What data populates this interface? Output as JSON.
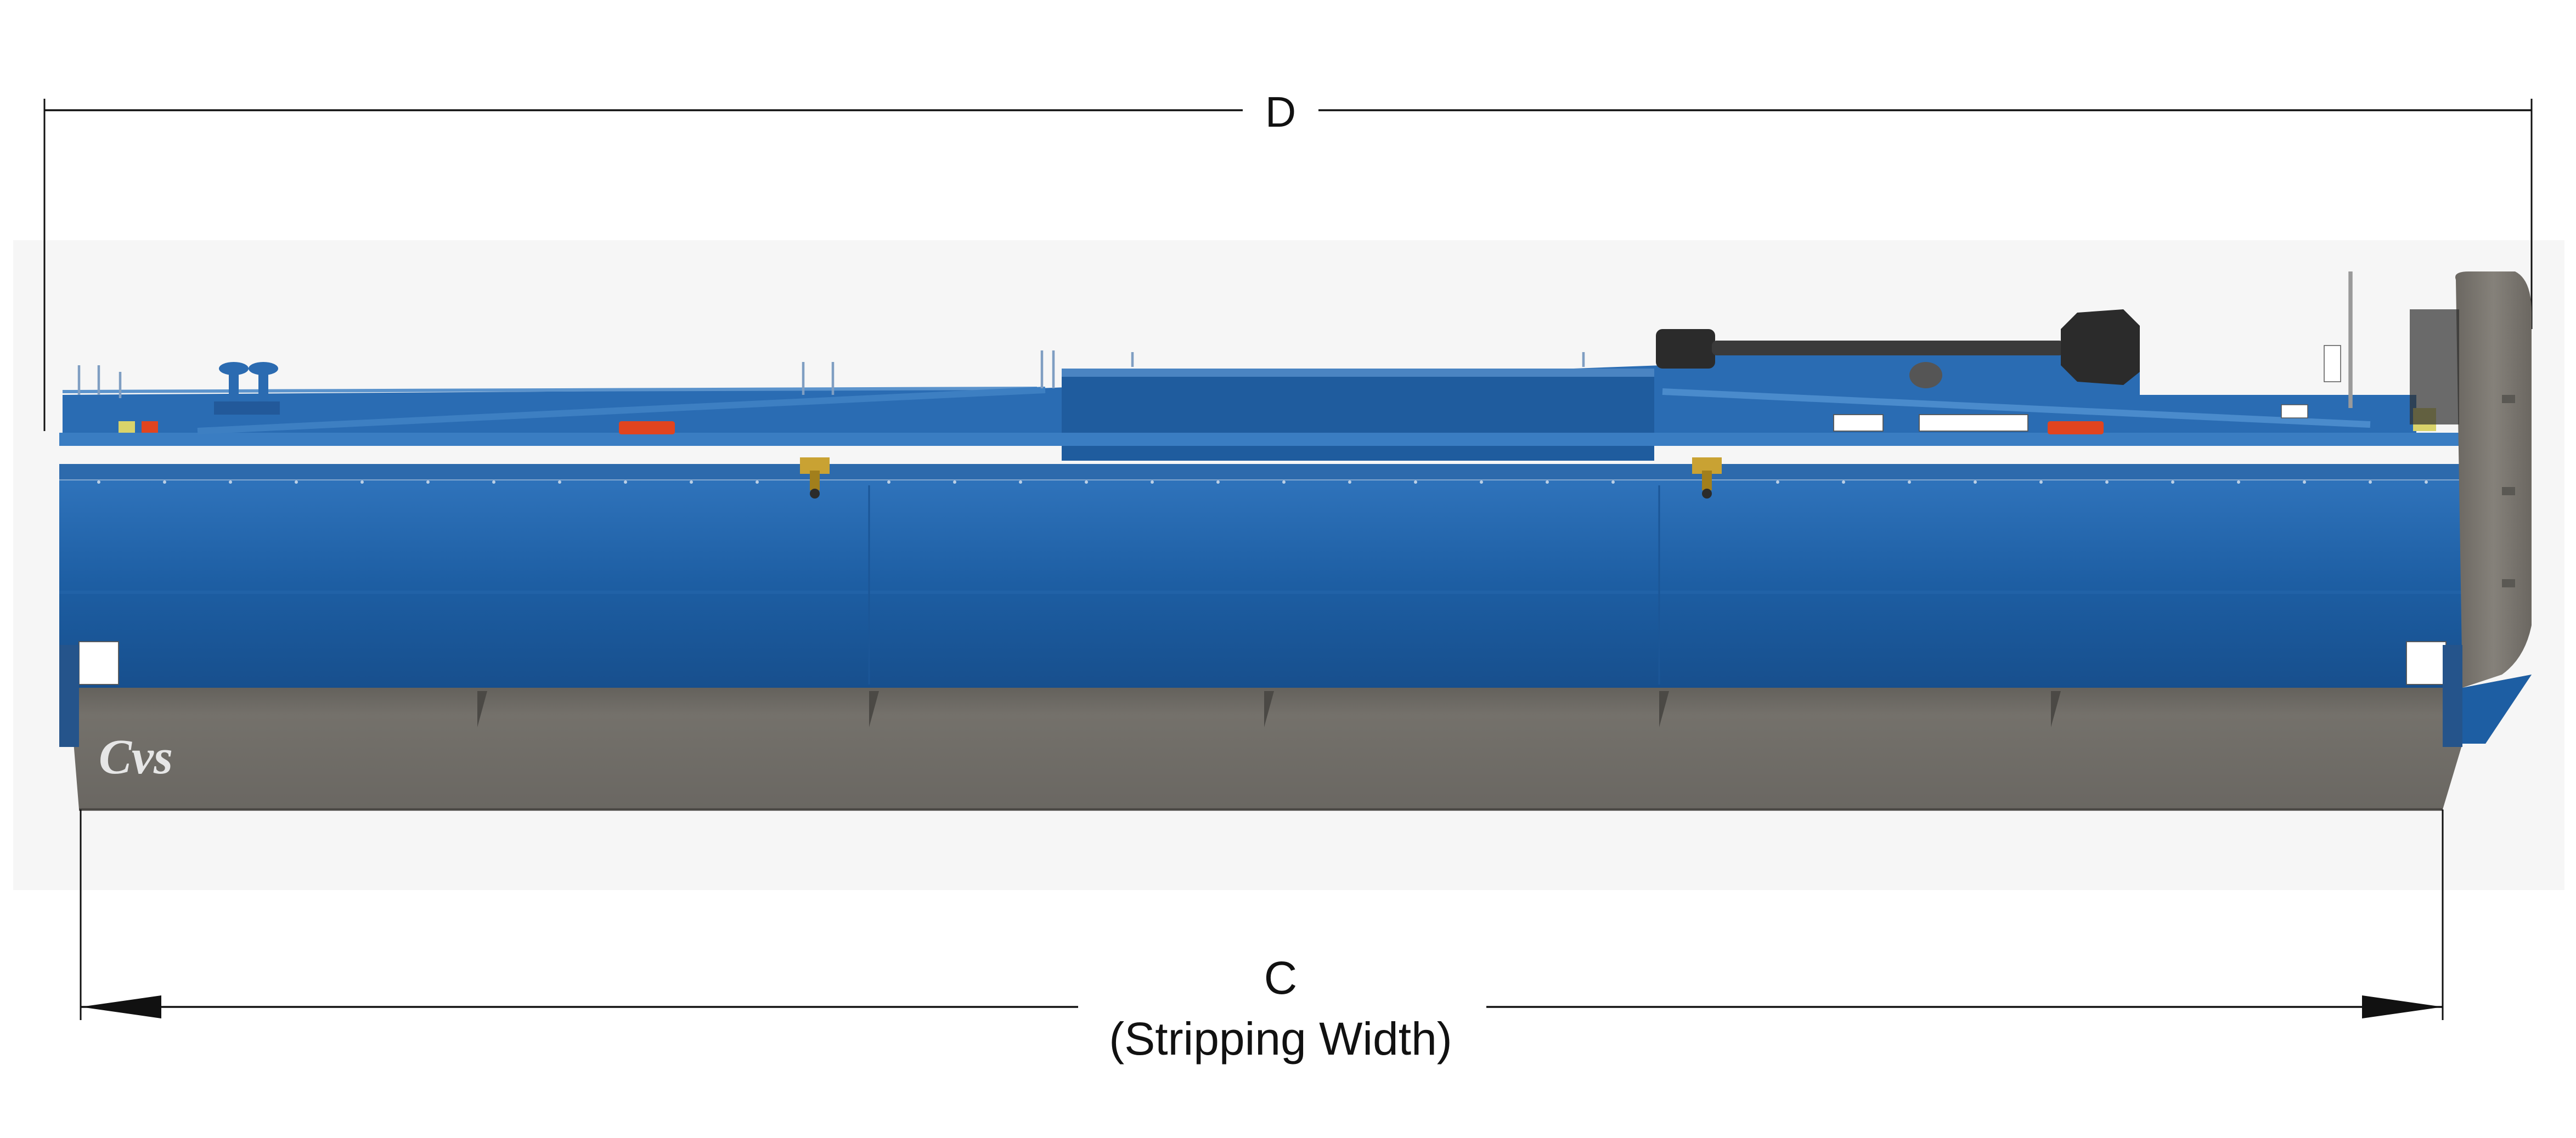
{
  "dimensions": {
    "overall": {
      "label": "D"
    },
    "stripping": {
      "label": "C",
      "sublabel": "(Stripping Width)"
    }
  },
  "machine": {
    "logo_text": "Cvs",
    "colors": {
      "body_blue": "#1d5ea3",
      "body_blue_dark": "#154a86",
      "body_blue_light": "#3579c0",
      "skirt_gray": "#6e6b66",
      "skirt_gray_dark": "#5a5853",
      "guard_gray": "#77736c",
      "reflector_orange": "#e0441f",
      "driveline_black": "#2b2b2b",
      "background_panel": "#f6f6f6"
    }
  }
}
